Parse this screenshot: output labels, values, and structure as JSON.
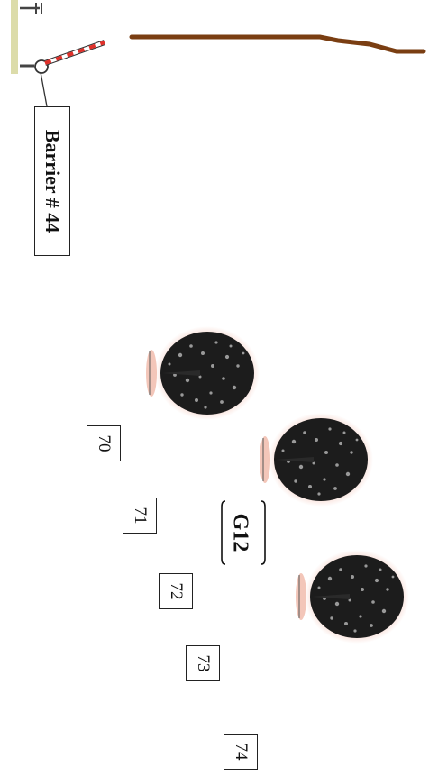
{
  "barrier": {
    "label": "Barrier # 44"
  },
  "group": {
    "label": "G12"
  },
  "markers": [
    {
      "label": "70"
    },
    {
      "label": "71"
    },
    {
      "label": "72"
    },
    {
      "label": "73"
    },
    {
      "label": "74"
    }
  ],
  "colors": {
    "road": "#7a3e12",
    "curb": "#d9d9a8",
    "barrier_red": "#e0302a",
    "tree_foliage": "#1a1a1a",
    "tree_halo": "#f0b8a8"
  },
  "icons": {
    "barrier": "gate-arm-icon",
    "tree": "tree-icon"
  }
}
